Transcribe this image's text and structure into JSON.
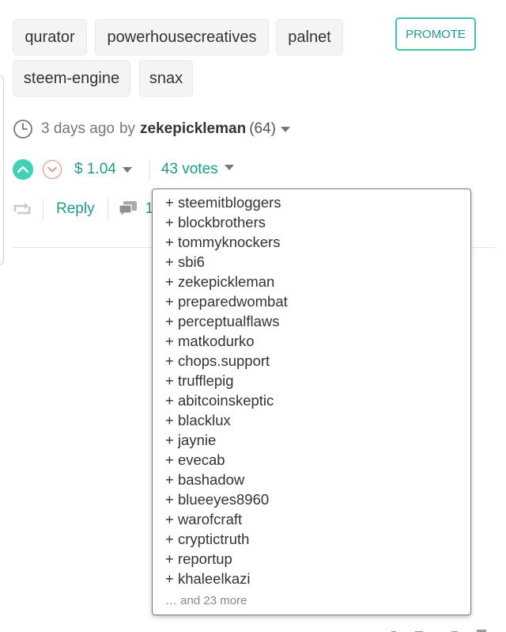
{
  "tags": [
    "qurator",
    "powerhousecreatives",
    "palnet",
    "steem-engine",
    "snax"
  ],
  "promote_label": "PROMOTE",
  "post_meta": {
    "time": "3 days ago",
    "by": "by",
    "author": "zekepickleman",
    "reputation": "(64)"
  },
  "payout": "$ 1.04",
  "votes_label": "43 votes",
  "actions": {
    "reply": "Reply",
    "comments_count": "1"
  },
  "voters": [
    "+ steemitbloggers",
    "+ blockbrothers",
    "+ tommyknockers",
    "+ sbi6",
    "+ zekepickleman",
    "+ preparedwombat",
    "+ perceptualflaws",
    "+ matkodurko",
    "+ chops.support",
    "+ trufflepig",
    "+ abitcoinskeptic",
    "+ blacklux",
    "+ jaynie",
    "+ evecab",
    "+ bashadow",
    "+ blueeyes8960",
    "+ warofcraft",
    "+ cryptictruth",
    "+ reportup",
    "+ khaleelkazi"
  ],
  "more_voters": "… and 23 more",
  "colors": {
    "accent": "#1a9e88",
    "upvote_bg": "#3fd3b6",
    "downvote_border": "#e08a8a"
  }
}
